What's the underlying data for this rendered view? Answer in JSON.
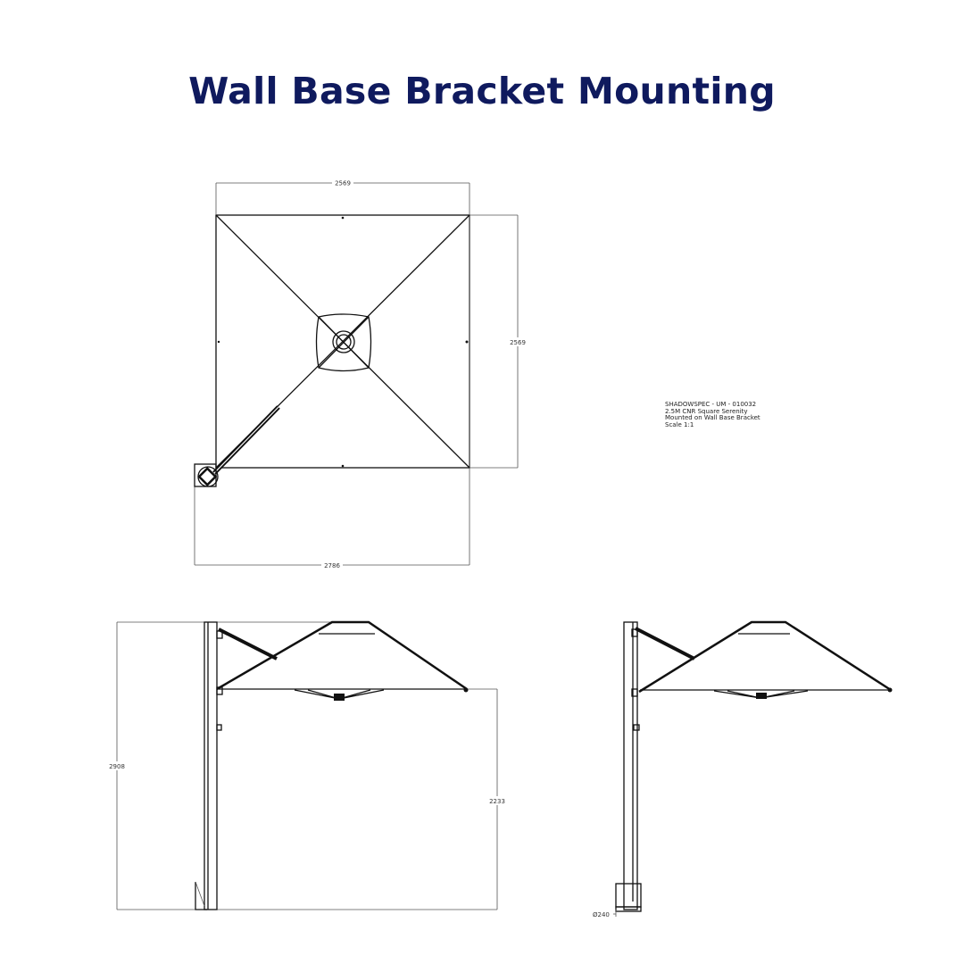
{
  "title": "Wall Base Bracket Mounting",
  "notes": {
    "line1": "SHADOWSPEC - UM - 010032",
    "line2": "2.5M CNR Square Serenity",
    "line3": "Mounted on Wall Base Bracket",
    "line4": "Scale 1:1"
  },
  "plan_view": {
    "width_dim": "2569",
    "depth_dim": "2569",
    "overall_dim": "2786"
  },
  "side_view": {
    "overall_height_dim": "2908",
    "clearance_dim": "2233"
  },
  "end_view": {
    "base_diameter_dim": "Ø240"
  }
}
